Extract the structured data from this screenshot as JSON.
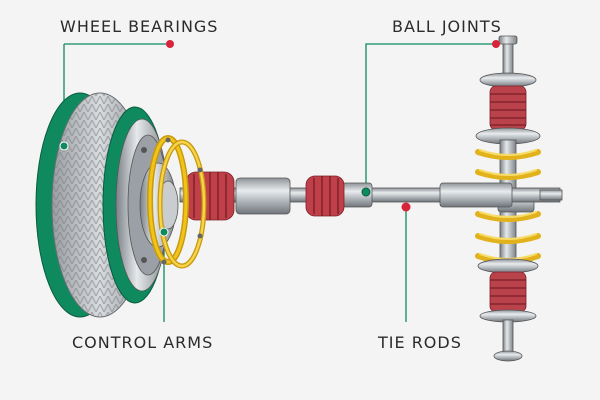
{
  "labels": {
    "wheel_bearings": "WHEEL BEARINGS",
    "ball_joints": "BALL JOINTS",
    "control_arms": "CONTROL ARMS",
    "tie_rods": "TIE RODS"
  },
  "colors": {
    "accent_green": "#0f8a5f",
    "marker_red": "#d6243a",
    "ring_yellow": "#f2c418",
    "boot_red": "#c0404a",
    "spring_yellow": "#f0c330"
  }
}
